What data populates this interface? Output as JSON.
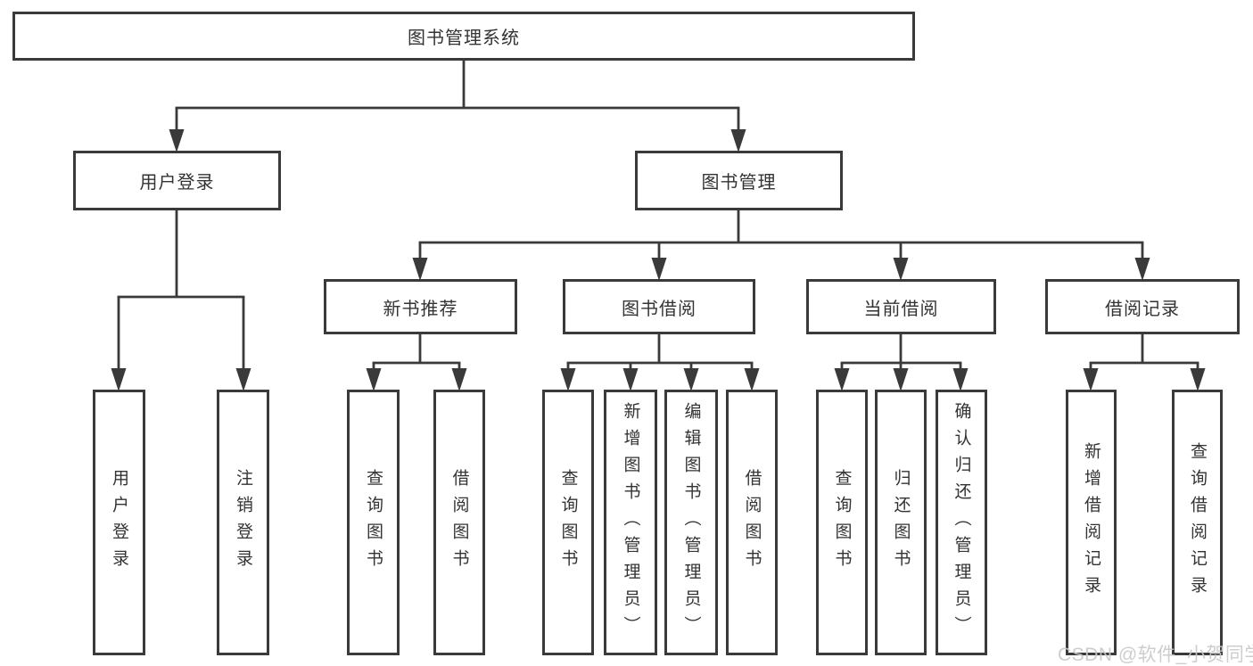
{
  "diagram": {
    "tree": {
      "label": "图书管理系统",
      "children": [
        {
          "label": "用户登录",
          "children": [
            {
              "label": "用户登录"
            },
            {
              "label": "注销登录"
            }
          ]
        },
        {
          "label": "图书管理",
          "children": [
            {
              "label": "新书推荐",
              "children": [
                {
                  "label": "查询图书"
                },
                {
                  "label": "借阅图书"
                }
              ]
            },
            {
              "label": "图书借阅",
              "children": [
                {
                  "label": "查询图书"
                },
                {
                  "label": "新增图书（管理员）"
                },
                {
                  "label": "编辑图书（管理员）"
                },
                {
                  "label": "借阅图书"
                }
              ]
            },
            {
              "label": "当前借阅",
              "children": [
                {
                  "label": "查询图书"
                },
                {
                  "label": "归还图书"
                },
                {
                  "label": "确认归还（管理员）"
                }
              ]
            },
            {
              "label": "借阅记录",
              "children": [
                {
                  "label": "新增借阅记录"
                },
                {
                  "label": "查询借阅记录"
                }
              ]
            }
          ]
        }
      ]
    },
    "colors": {
      "line": "#3a3a3a",
      "text": "#333333",
      "background": "#ffffff",
      "watermark_color": "#c9c9c9"
    },
    "watermark": "CSDN @软件_小贺同学"
  }
}
